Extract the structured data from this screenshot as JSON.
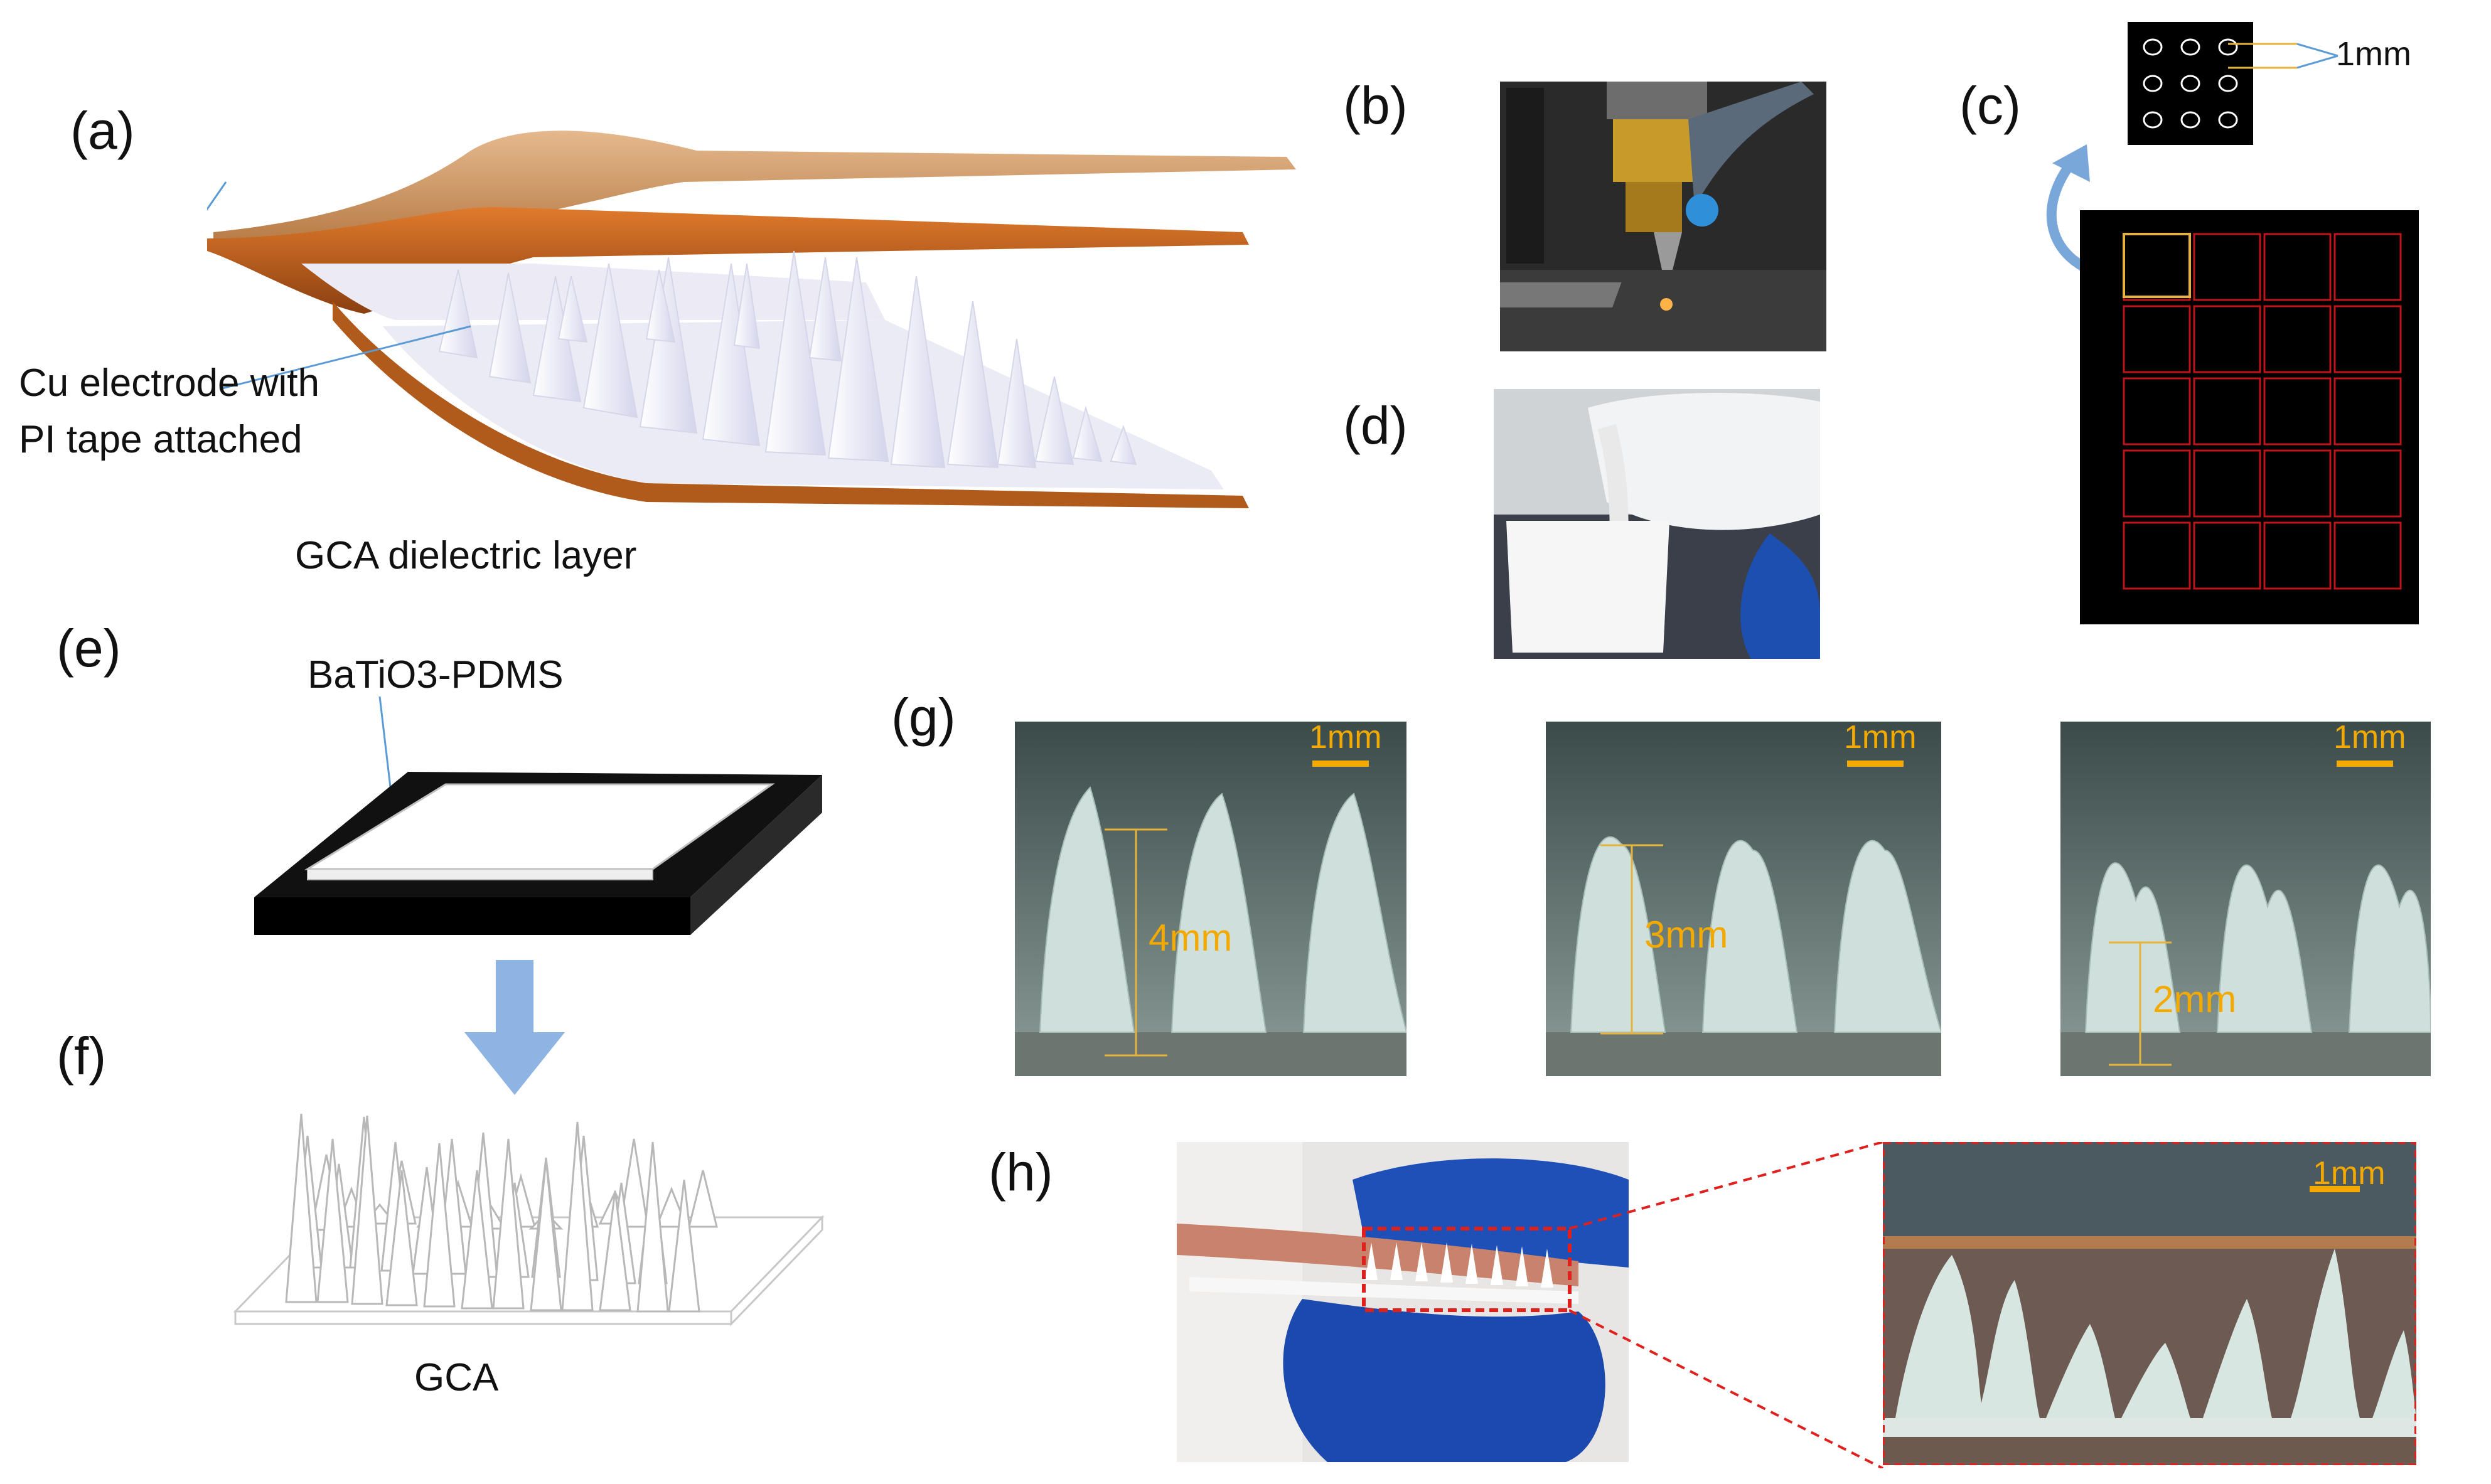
{
  "panels": {
    "a": {
      "label": "(a)",
      "electrode_label_line1": "Cu electrode with",
      "electrode_label_line2": "PI tape attached",
      "dielectric_label": "GCA dielectric layer"
    },
    "b": {
      "label": "(b)"
    },
    "c": {
      "label": "(c)",
      "scale_label": "1mm",
      "grid_rows": 5,
      "grid_cols": 4
    },
    "d": {
      "label": "(d)"
    },
    "e": {
      "label": "(e)",
      "material_label": "BaTiO3-PDMS"
    },
    "f": {
      "label": "(f)",
      "structure_label": "GCA"
    },
    "g": {
      "label": "(g)",
      "images": [
        {
          "scale": "1mm",
          "height": "4mm"
        },
        {
          "scale": "1mm",
          "height": "3mm"
        },
        {
          "scale": "1mm",
          "height": "2mm"
        }
      ]
    },
    "h": {
      "label": "(h)",
      "scale": "1mm"
    }
  },
  "colors": {
    "copper": "#c8621e",
    "copper_dark": "#8a3f10",
    "scale_bar": "#f2a900",
    "grid_line": "#c0141c",
    "arrow": "#7aa7d9"
  }
}
